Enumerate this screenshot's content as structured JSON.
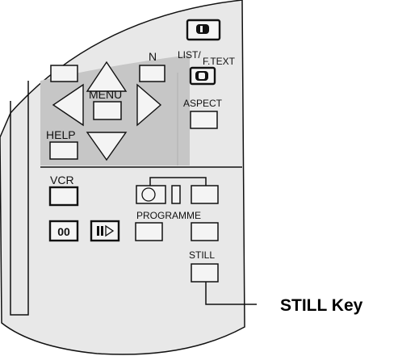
{
  "labels": {
    "n_key": "N",
    "list_key": "LIST/",
    "ftext_key": "F.TEXT",
    "menu_key": "MENU",
    "aspect_key": "ASPECT",
    "help_key": "HELP",
    "vcr_key": "VCR",
    "pause_key": "00",
    "programme_key": "PROGRAMME",
    "still_key": "STILL"
  },
  "callout": {
    "text": "STILL Key"
  },
  "colors": {
    "remote_body": "#e8e8e8",
    "nav_panel": "#c6c6c6",
    "outline": "#111111",
    "button_face": "#f4f4f4"
  },
  "icons": [
    "teletext-icon",
    "fastext-icon",
    "camera-icon",
    "step-play-icon"
  ]
}
